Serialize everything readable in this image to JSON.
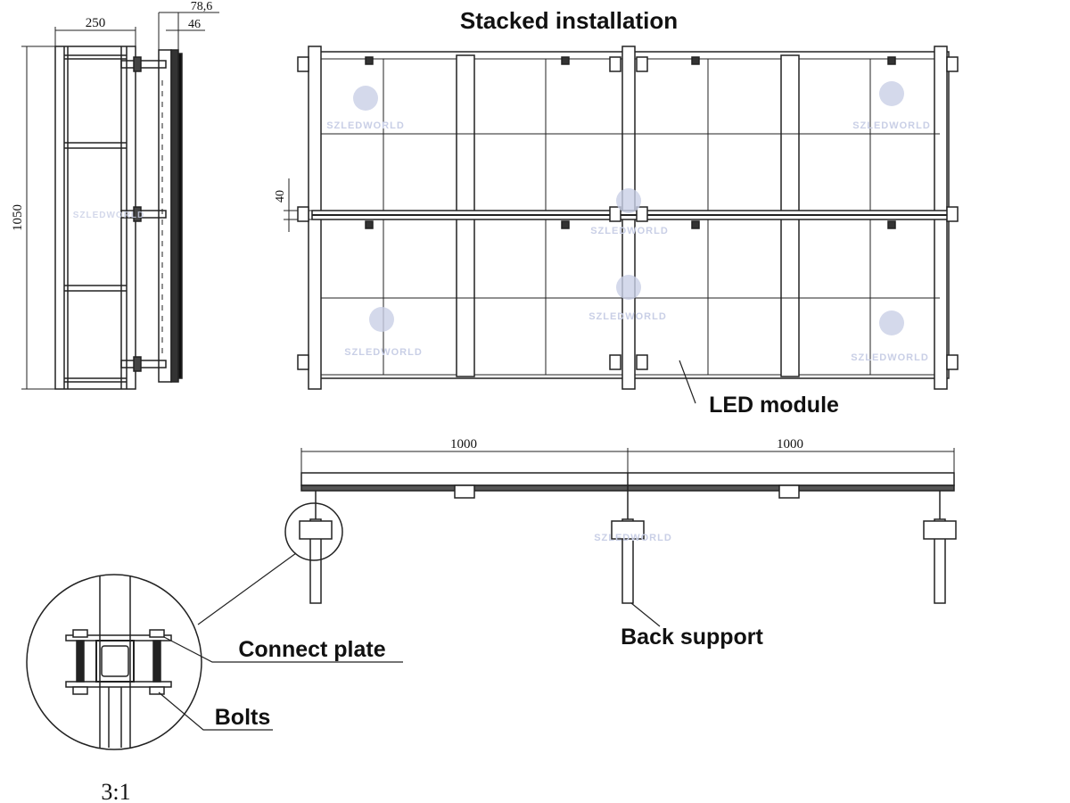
{
  "title": "Stacked installation",
  "labels": {
    "led_module": "LED module",
    "back_support": "Back support",
    "connect_plate": "Connect plate",
    "bolts": "Bolts",
    "scale": "3:1"
  },
  "dimensions": {
    "side_width": "250",
    "side_offset_a": "78,6",
    "side_offset_b": "46",
    "side_height": "1050",
    "front_gap": "40",
    "top_span_left": "1000",
    "top_span_right": "1000"
  },
  "watermark": "SZLEDWORLD",
  "colors": {
    "line": "#222222",
    "watermark": "#c9cfe6"
  }
}
